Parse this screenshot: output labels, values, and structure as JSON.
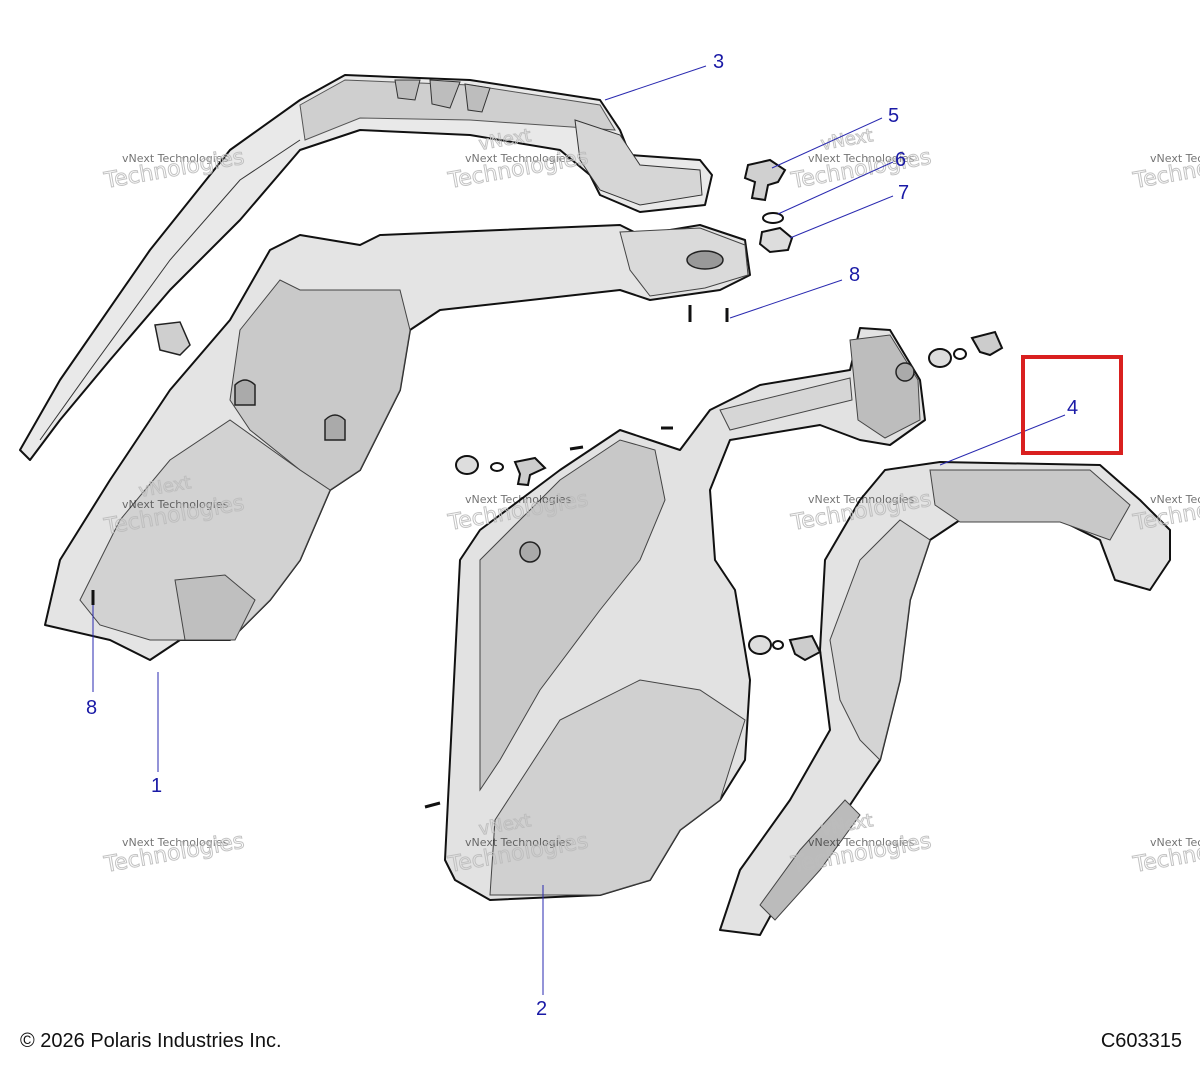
{
  "callouts": [
    {
      "id": "1",
      "label": "1"
    },
    {
      "id": "2",
      "label": "2"
    },
    {
      "id": "3",
      "label": "3"
    },
    {
      "id": "4",
      "label": "4"
    },
    {
      "id": "5",
      "label": "5"
    },
    {
      "id": "6",
      "label": "6"
    },
    {
      "id": "7",
      "label": "7"
    },
    {
      "id": "8a",
      "label": "8"
    },
    {
      "id": "8b",
      "label": "8"
    }
  ],
  "watermark": {
    "line1": "vNext Technologies",
    "line2": "Technologies",
    "line3": "vNext"
  },
  "footer": {
    "copyright": "© 2026 Polaris Industries Inc.",
    "drawing_id": "C603315"
  },
  "highlight": {
    "target": "4",
    "color": "#d9201f"
  },
  "colors": {
    "part_fill": "#e6e6e6",
    "part_shade": "#cfcfcf",
    "outline": "#111111",
    "callout": "#1a1aa6"
  }
}
